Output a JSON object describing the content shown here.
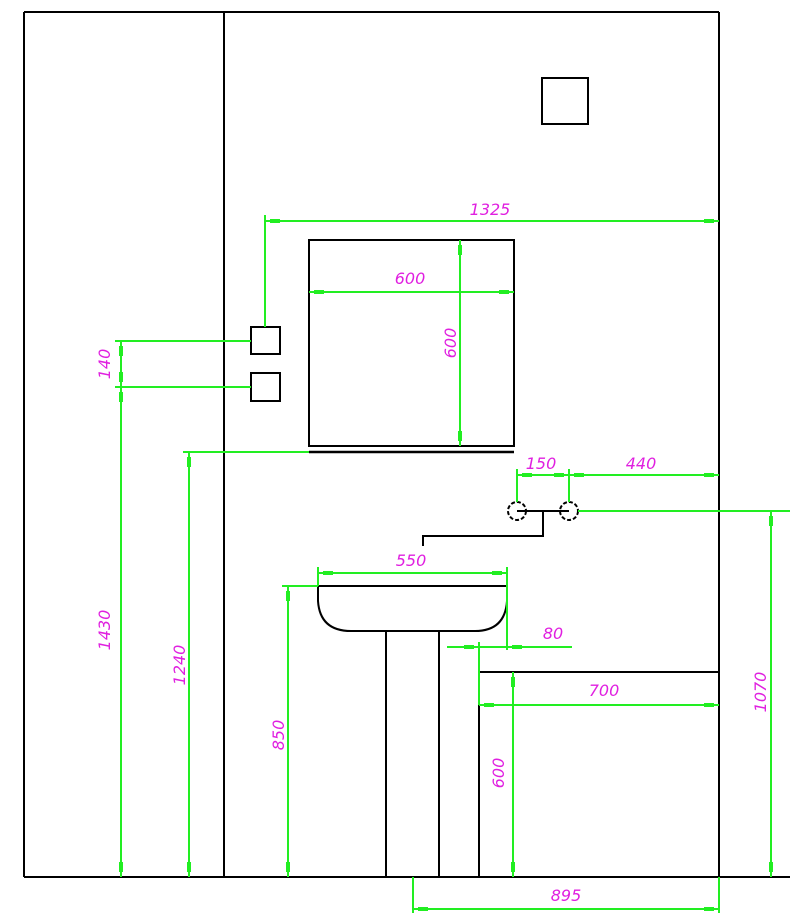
{
  "colors": {
    "lines": "#000000",
    "dimension": "#22ee22",
    "text": "#e020e0"
  },
  "dimensions": {
    "overall_width": "1325",
    "mirror_width": "600",
    "mirror_height": "600",
    "switch_spacing": "140",
    "switch_height": "1430",
    "mirror_bottom_height": "1240",
    "tap_spacing": "150",
    "tap_to_wall": "440",
    "tap_height": "1070",
    "basin_width": "550",
    "basin_overhang": "80",
    "basin_height": "850",
    "bath_length": "700",
    "bath_height": "600",
    "pedestal_to_wall": "895"
  }
}
